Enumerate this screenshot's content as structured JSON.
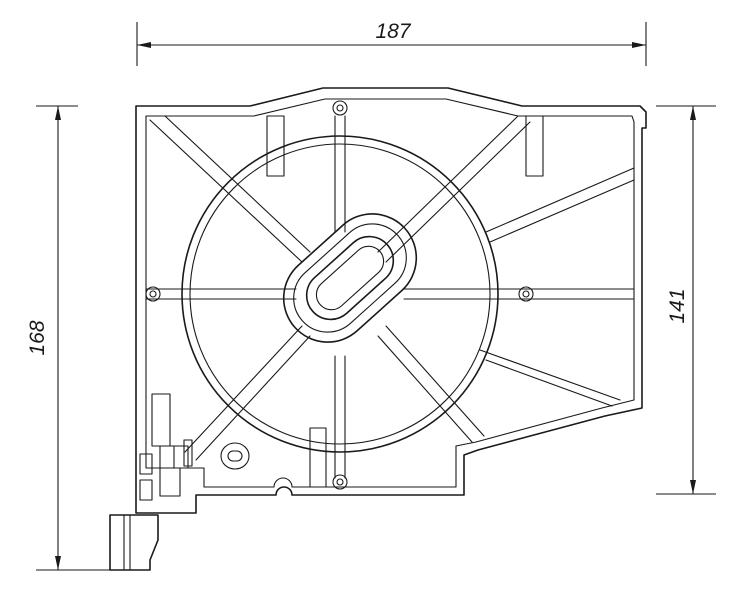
{
  "dimensions": {
    "width": "187",
    "height_left": "168",
    "height_right": "141"
  },
  "colors": {
    "line": "#1a1a1a",
    "background": "#ffffff"
  }
}
